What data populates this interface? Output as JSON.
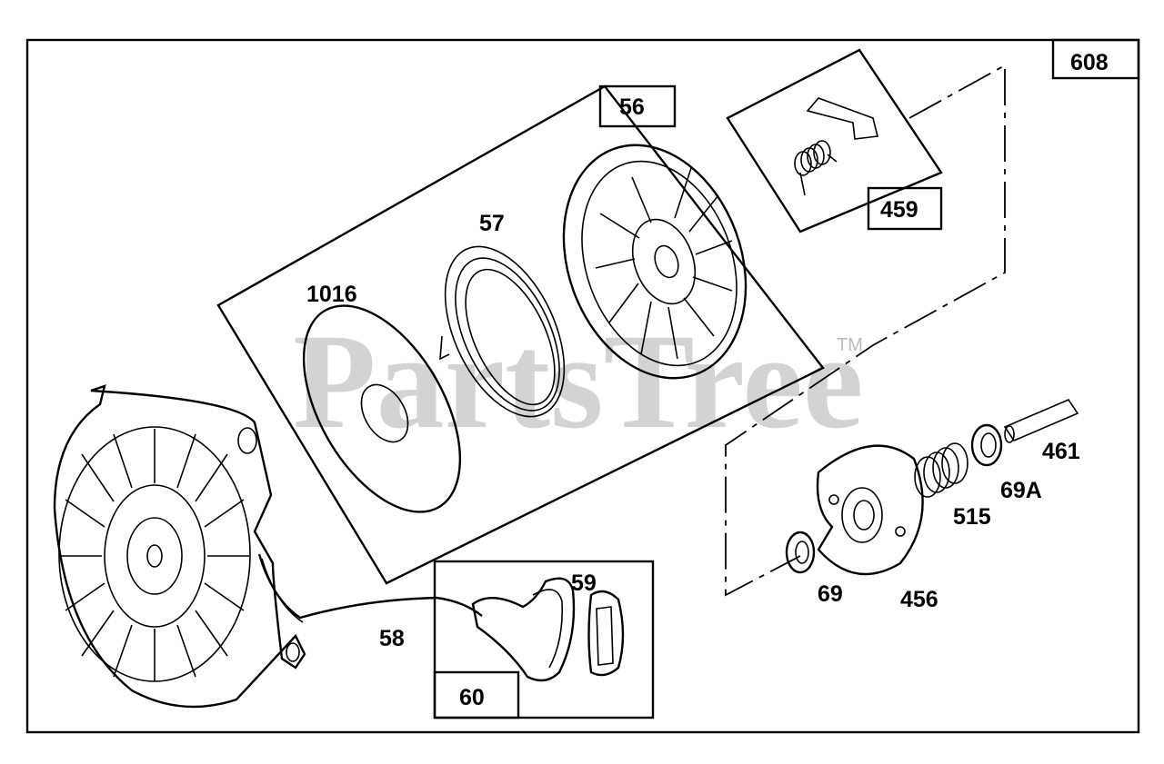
{
  "diagram": {
    "watermark": "PartsTree",
    "trademark": "TM",
    "boxed_labels": {
      "assembly": "608",
      "starter_pulley": "56",
      "pawl_kit": "459",
      "handle_kit": "60"
    },
    "part_labels": {
      "spring_cup": "1016",
      "rewind_spring": "57",
      "rope": "58",
      "handle_insert": "59",
      "washer": "69",
      "washer_a": "69A",
      "retainer": "456",
      "spring": "515",
      "pin": "461"
    }
  }
}
